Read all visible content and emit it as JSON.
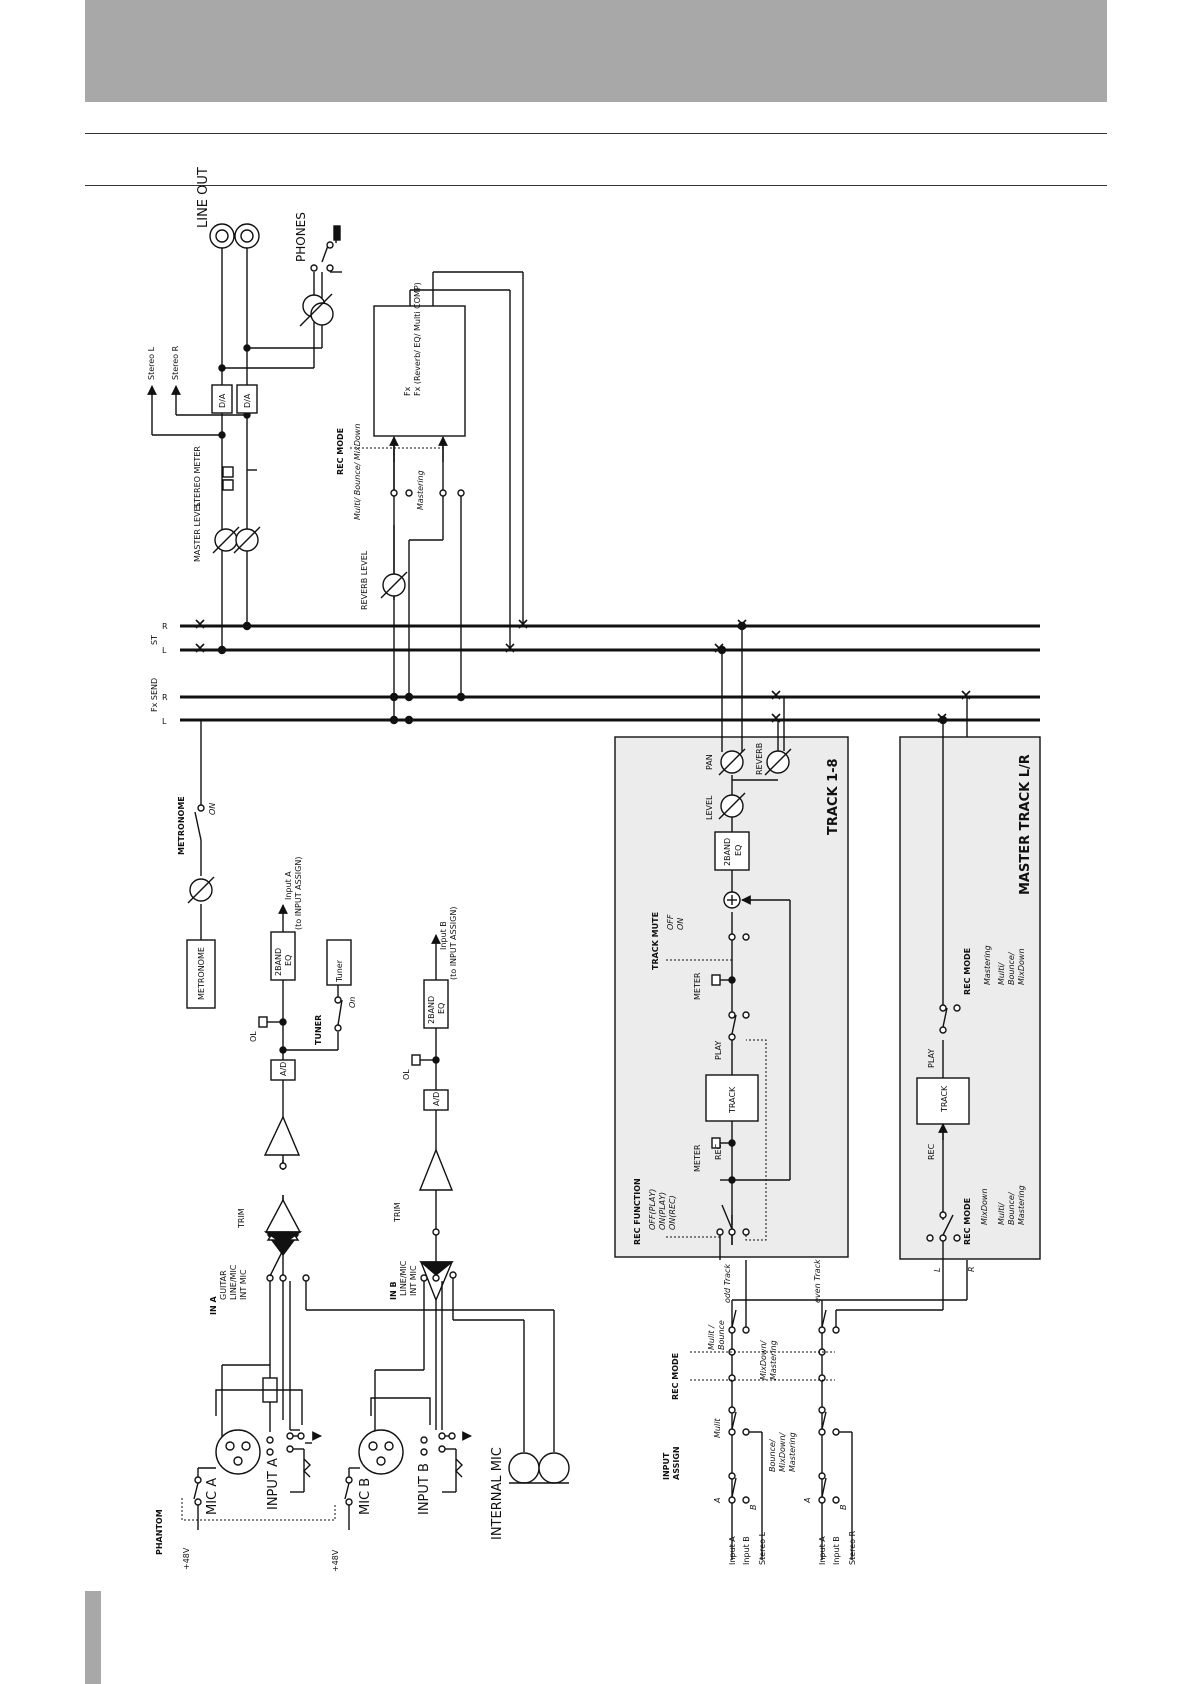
{
  "connectors": {
    "line_out": "LINE OUT",
    "phones": "PHONES",
    "mic_a": "MIC A",
    "input_a": "INPUT A",
    "mic_b": "MIC B",
    "input_b": "INPUT B",
    "internal_mic": "INTERNAL MIC"
  },
  "phantom": {
    "title": "PHANTOM",
    "v48_a": "+48V",
    "v48_b": "+48V"
  },
  "in_a": {
    "title": "IN A",
    "options": [
      "GUITAR",
      "LINE/MIC",
      "INT MIC"
    ]
  },
  "in_b": {
    "title": "IN B",
    "options": [
      "LINE/MIC",
      "INT MIC"
    ]
  },
  "blocks": {
    "trim_a": "TRIM",
    "trim_b": "TRIM",
    "ad_a": "A/D",
    "ad_b": "A/D",
    "ol_a": "OL",
    "ol_b": "OL",
    "eq_a": "2BAND EQ",
    "eq_b": "2BAND EQ",
    "tuner": "Tuner",
    "tuner_switch": "TUNER",
    "tuner_on": "On",
    "metronome": "METRONOME",
    "metronome_switch": "METRONOME",
    "metronome_on": "ON",
    "input_a_out": "Input A",
    "input_a_out_note": "(to INPUT ASSIGN)",
    "input_b_out": "Input B",
    "input_b_out_note": "(to INPUT ASSIGN)"
  },
  "buses": {
    "fx_send": "Fx SEND",
    "st": "ST",
    "l": "L",
    "r": "R"
  },
  "master_section": {
    "stereo_l": "Stereo L",
    "stereo_r": "Stereo R",
    "da": "D/A",
    "stereo_meter": "STEREO METER",
    "master_level": "MASTER LEVEL",
    "reverb_level": "REVERB LEVEL",
    "rec_mode": "REC MODE",
    "mode_multi": "Multi/ Bounce/ MixDown",
    "mode_mastering": "Mastering",
    "fx_block": "Fx (Reverb/ EQ/ Multi COMP)"
  },
  "track_1_8": {
    "title": "TRACK 1-8",
    "pan": "PAN",
    "reverb": "REVERB",
    "level": "LEVEL",
    "eq": "2BAND EQ",
    "track_mute": "TRACK MUTE",
    "mute_off": "OFF",
    "mute_on": "ON",
    "meter": "METER",
    "play": "PLAY",
    "track": "TRACK",
    "rec": "REC",
    "rec_function": "REC FUNCTION",
    "rf_options": [
      "OFF(PLAY)",
      "ON(PLAY)",
      "ON(REC)"
    ]
  },
  "master_track": {
    "title": "MASTER TRACK L/R",
    "rec_mode": "REC MODE",
    "options_top": [
      "Mastering",
      "Multi/",
      "Bounce/",
      "MixDown"
    ],
    "play": "PLAY",
    "track": "TRACK",
    "rec": "REC",
    "options_bottom": [
      "MixDown",
      "Multi/",
      "Bounce/",
      "Mastering"
    ],
    "l": "L",
    "r": "R"
  },
  "routing": {
    "input_assign": "INPUT ASSIGN",
    "rec_mode": "REC MODE",
    "a": "A",
    "b": "B",
    "mulit": "Mulit",
    "bounce_mix": "Bounce/ MixDown/ Mastering",
    "mulit_bounce": "Mulit / Bounce",
    "mix_mastering": "MixDown/ Mastering",
    "odd_track": "odd Track",
    "even_track": "even Track",
    "input_a": "Input A",
    "input_b": "Input B",
    "stereo_l": "Stereo L",
    "stereo_r": "Stereo R"
  }
}
